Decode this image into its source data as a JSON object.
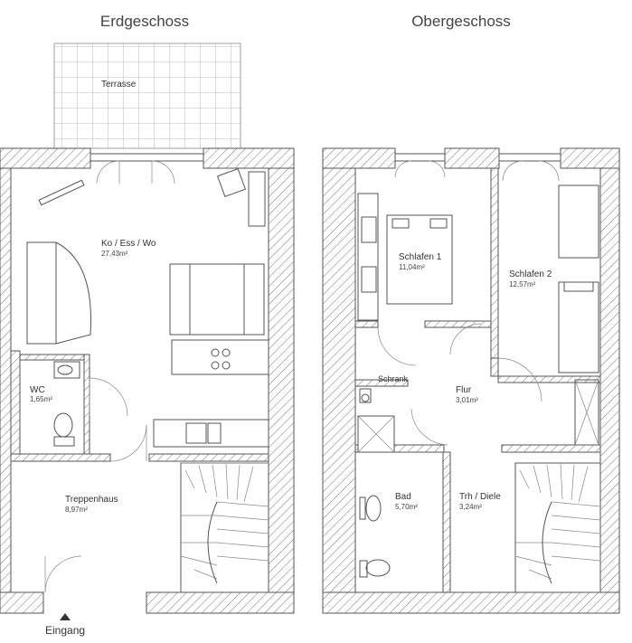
{
  "headings": {
    "ground_floor": "Erdgeschoss",
    "upper_floor": "Obergeschoss"
  },
  "ground_floor": {
    "terrace": {
      "name": "Terrasse"
    },
    "living": {
      "name": "Ko / Ess / Wo",
      "area": "27,43m²"
    },
    "wc": {
      "name": "WC",
      "area": "1,65m²"
    },
    "stairs": {
      "name": "Treppenhaus",
      "area": "8,97m²"
    },
    "entrance": {
      "label": "Eingang"
    }
  },
  "upper_floor": {
    "bedroom1": {
      "name": "Schlafen 1",
      "area": "11,04m²"
    },
    "bedroom2": {
      "name": "Schlafen 2",
      "area": "12,57m²"
    },
    "closet": {
      "name": "Schrank"
    },
    "hall": {
      "name": "Flur",
      "area": "3,01m²"
    },
    "bath": {
      "name": "Bad",
      "area": "5,70m²"
    },
    "stair_hall": {
      "name": "Trh / Diele",
      "area": "3,24m²"
    }
  },
  "colors": {
    "line": "#555555",
    "hatch": "#777777",
    "background": "#ffffff"
  }
}
